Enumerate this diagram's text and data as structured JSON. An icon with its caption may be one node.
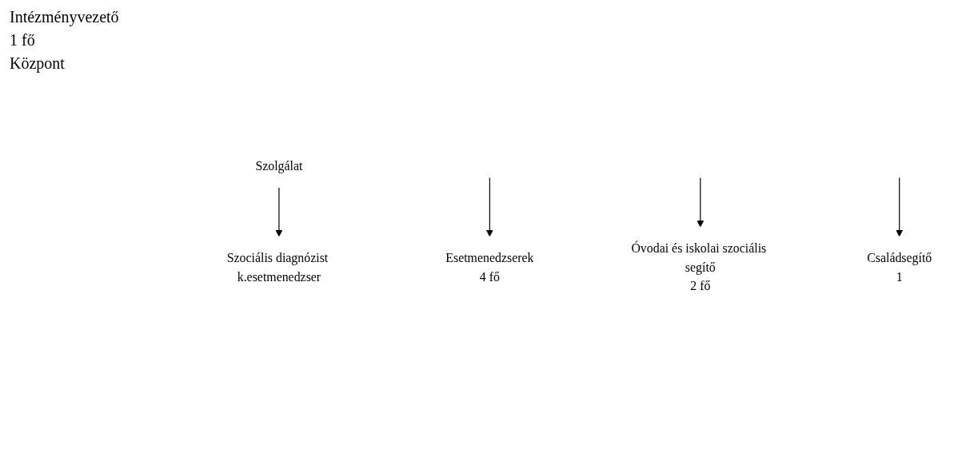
{
  "diagram": {
    "nodes": [
      {
        "text": [
          "Szolgálat"
        ]
      },
      {
        "text": [
          "Szociális diagnózist k.esetmenedzser"
        ]
      },
      {
        "text": [
          "Esetmenedzserek",
          "4 fő"
        ]
      },
      {
        "text": [
          "Családsegítő",
          "1"
        ]
      },
      {
        "text": [
          "Óvodai és iskolai szociális segítő",
          "2 fő"
        ]
      }
    ],
    "edges": [
      {
        "from": 0,
        "to": 1,
        "arrow": "to"
      },
      {
        "from": null,
        "to": 2,
        "arrow": "to"
      },
      {
        "from": null,
        "to": 4,
        "arrow": "to"
      },
      {
        "from": null,
        "to": 3,
        "arrow": "to"
      }
    ],
    "labels": [
      "Intézményvezető",
      "1 fő",
      "Központ"
    ]
  }
}
